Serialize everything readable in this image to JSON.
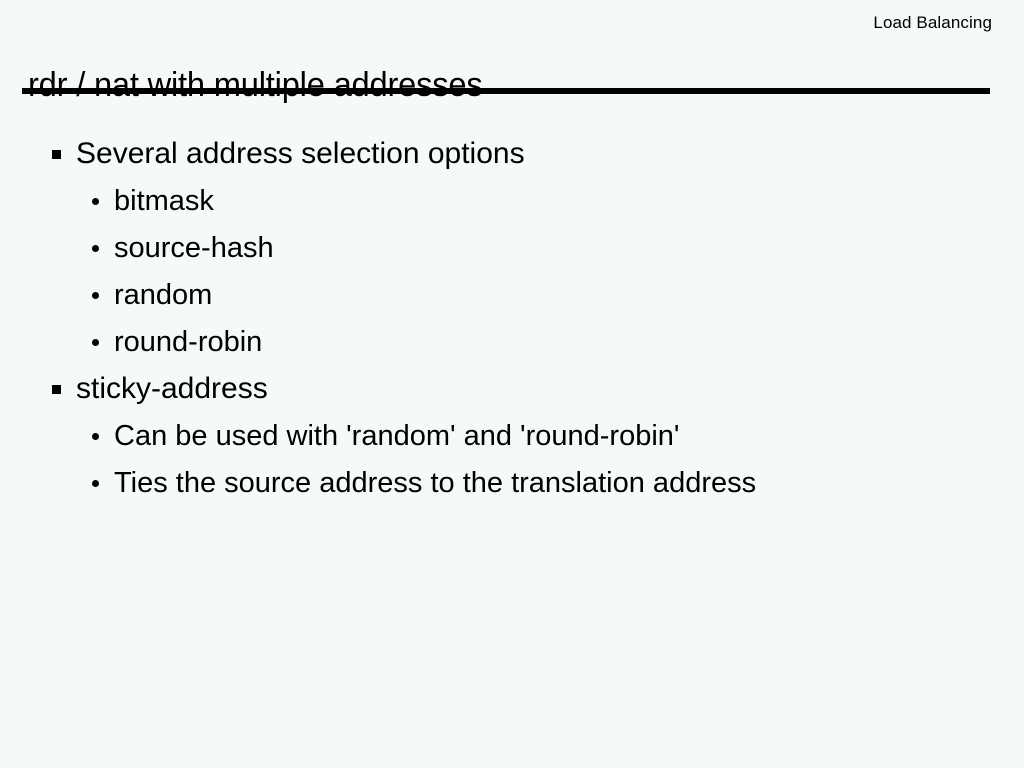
{
  "slide": {
    "kicker": "Load Balancing",
    "title": "rdr / nat with multiple addresses",
    "accent_color": "#000000",
    "background_color": "#f5faf6",
    "text_color": "#000000",
    "bullets": [
      {
        "level": 1,
        "marker": "square",
        "text": "Several address selection options"
      },
      {
        "level": 2,
        "marker": "dot",
        "text": "bitmask"
      },
      {
        "level": 2,
        "marker": "dot",
        "text": "source-hash"
      },
      {
        "level": 2,
        "marker": "dot",
        "text": "random"
      },
      {
        "level": 2,
        "marker": "dot",
        "text": "round-robin"
      },
      {
        "level": 1,
        "marker": "square",
        "text": "sticky-address"
      },
      {
        "level": 2,
        "marker": "dot",
        "text": "Can be used with 'random' and 'round-robin'"
      },
      {
        "level": 2,
        "marker": "dot",
        "text": "Ties the source address to the translation address"
      }
    ]
  }
}
